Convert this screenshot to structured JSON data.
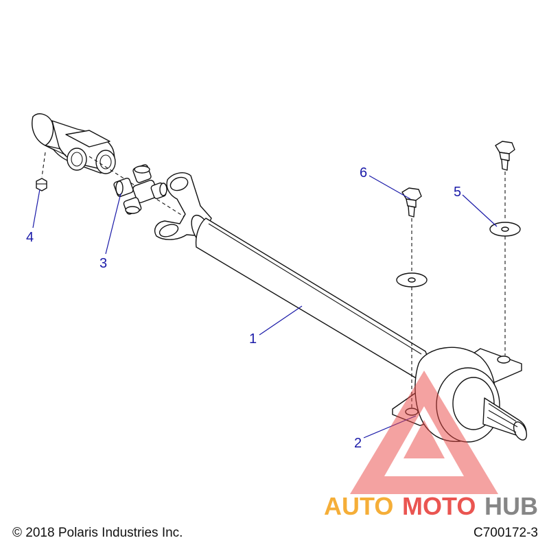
{
  "callouts": [
    {
      "id": "1",
      "label": "1"
    },
    {
      "id": "2",
      "label": "2"
    },
    {
      "id": "3",
      "label": "3"
    },
    {
      "id": "4",
      "label": "4"
    },
    {
      "id": "5",
      "label": "5"
    },
    {
      "id": "6",
      "label": "6"
    }
  ],
  "footer": {
    "copyright": "© 2018 Polaris Industries Inc.",
    "diagram_code": "C700172-3"
  },
  "watermark": {
    "part1": "AUTO",
    "part2": "MOTO",
    "part3": "HUB"
  },
  "colors": {
    "callout": "#1a1aa8",
    "watermark_red": "#e8433f",
    "watermark_orange": "#f5a623",
    "watermark_gray": "#7a7a7a"
  }
}
